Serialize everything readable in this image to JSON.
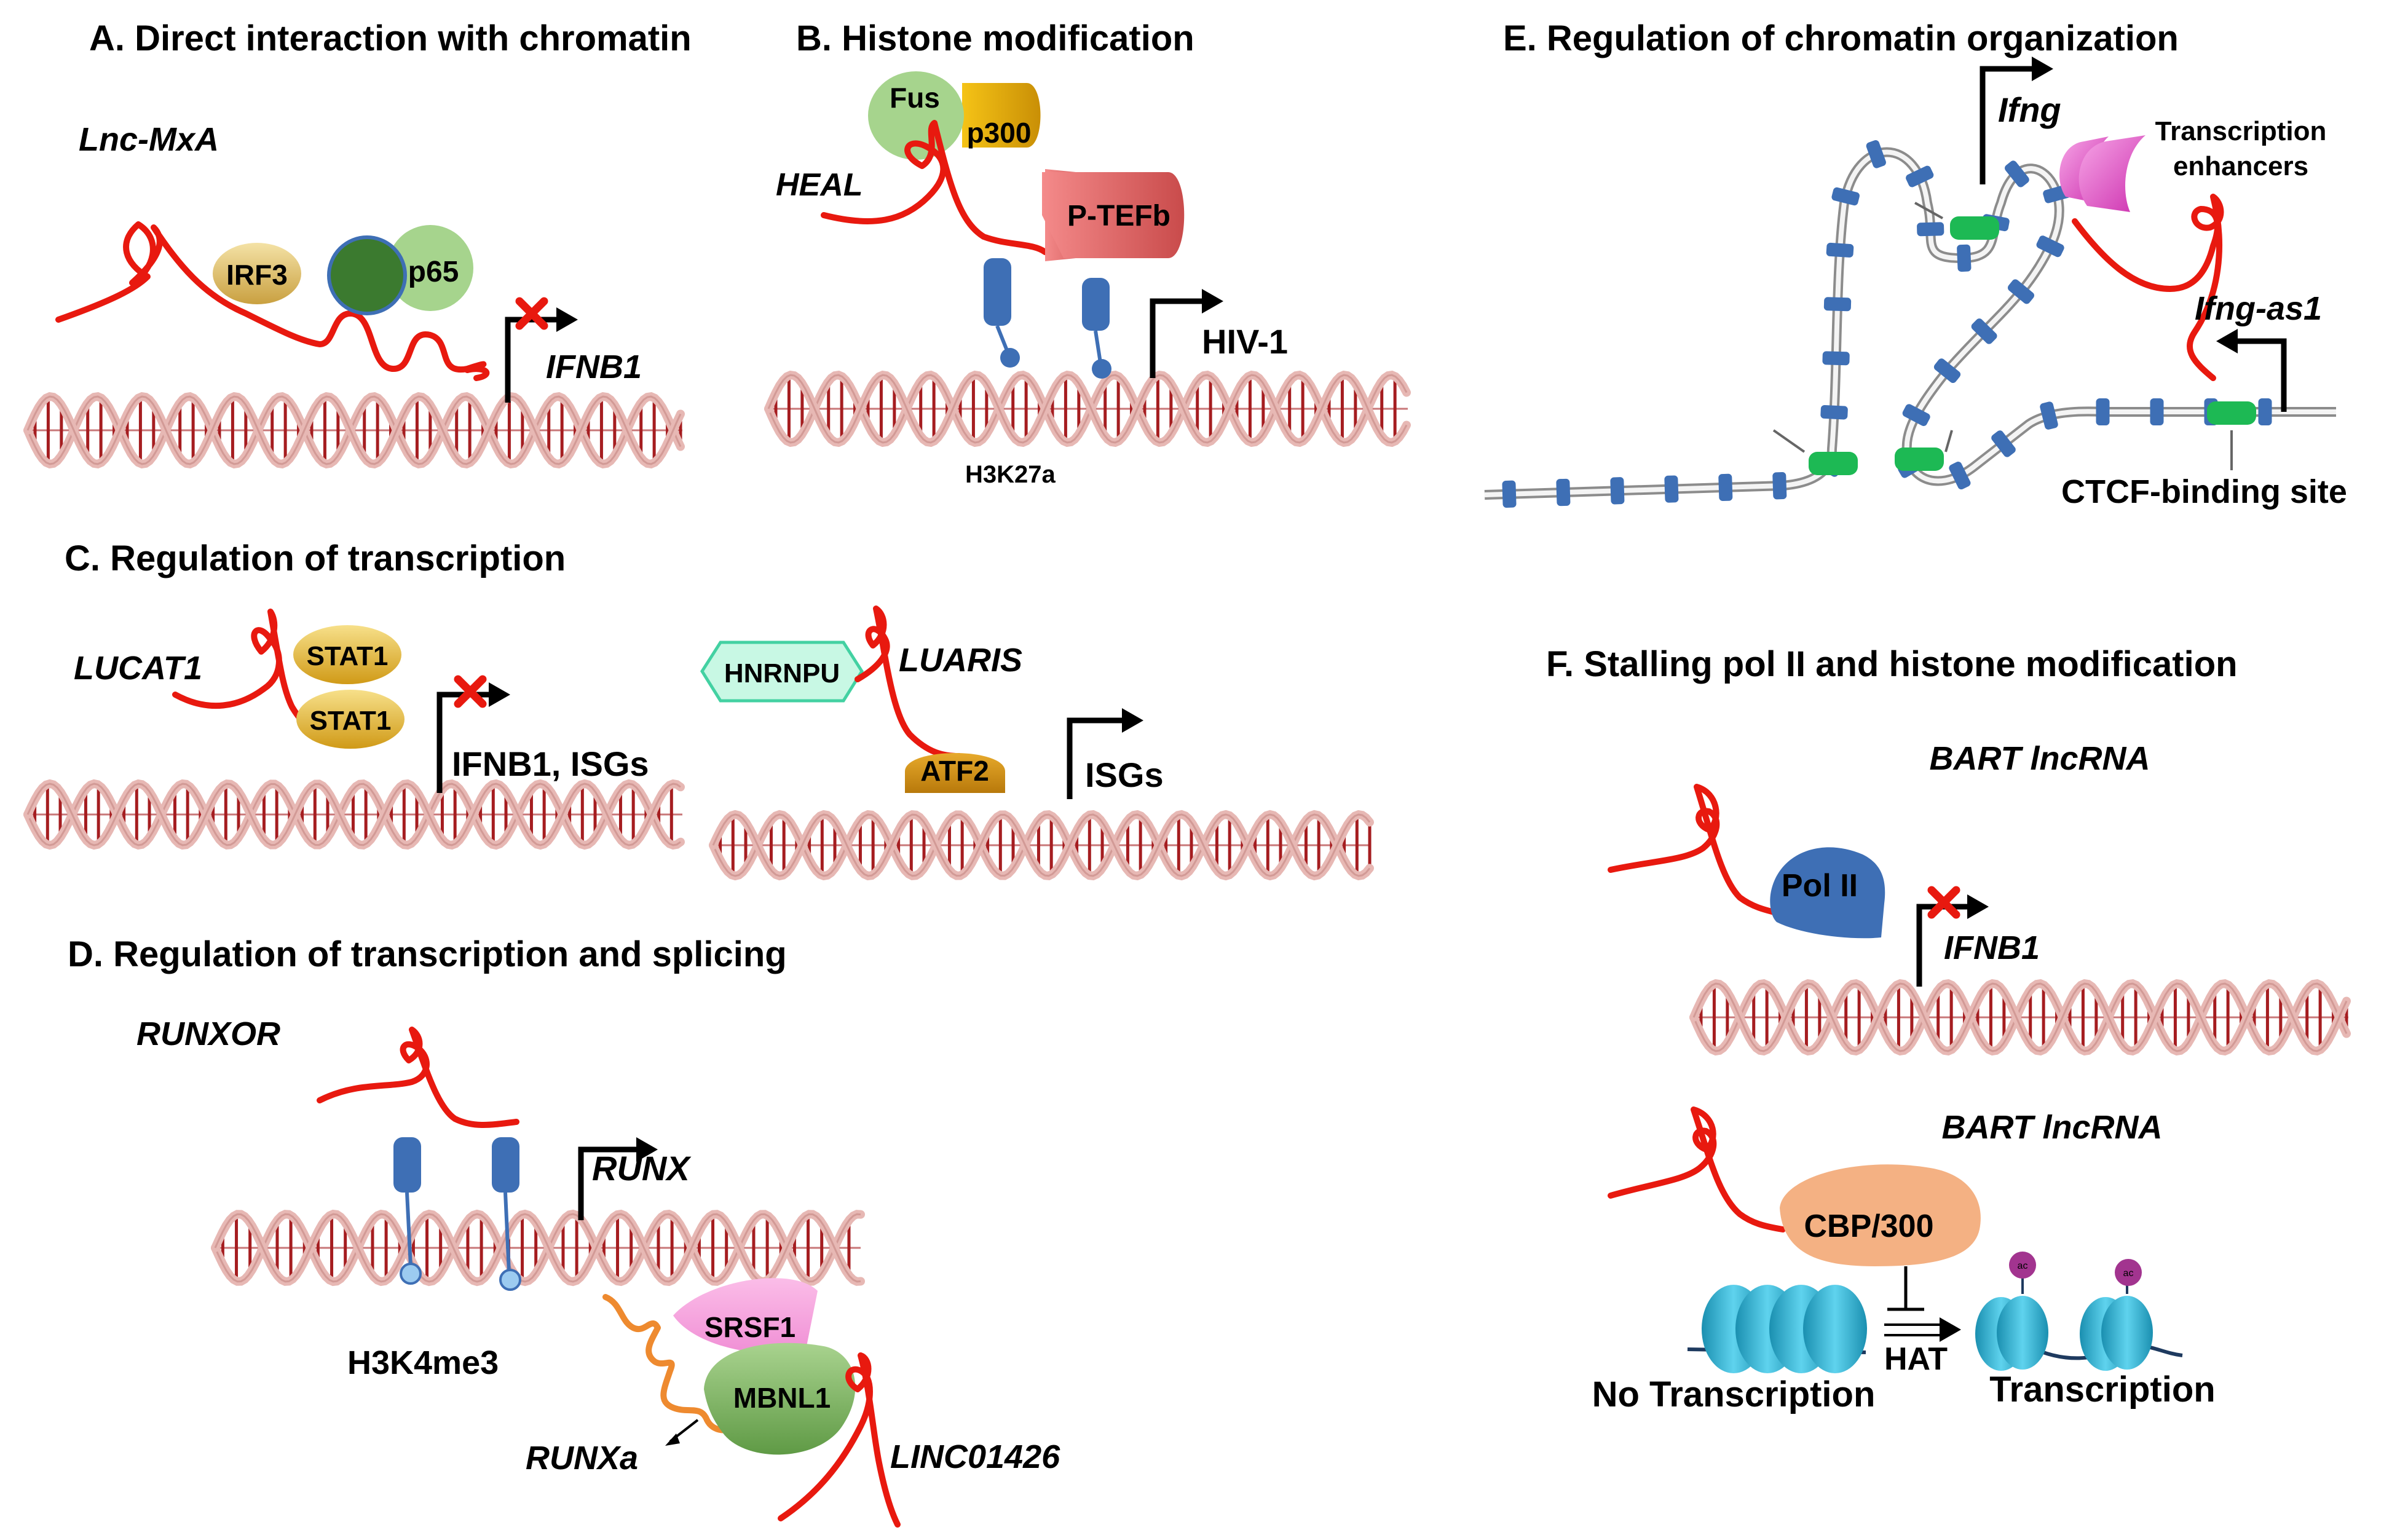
{
  "panels": {
    "a": {
      "title": "A. Direct interaction with chromatin",
      "lnc": "Lnc-MxA",
      "irf3": "IRF3",
      "p65": "p65",
      "gene": "IFNB1"
    },
    "b": {
      "title": "B. Histone modification",
      "fus": "Fus",
      "p300": "p300",
      "lnc": "HEAL",
      "ptefb": "P-TEFb",
      "gene": "HIV-1",
      "mark": "H3K27a"
    },
    "c": {
      "title": "C. Regulation of transcription",
      "lnc1": "LUCAT1",
      "stat1a": "STAT1",
      "stat1b": "STAT1",
      "gene1": "IFNB1, ISGs",
      "hnrnpu": "HNRNPU",
      "lnc2": "LUARIS",
      "atf2": "ATF2",
      "gene2": "ISGs"
    },
    "d": {
      "title": "D. Regulation of transcription and splicing",
      "lnc1": "RUNXOR",
      "gene": "RUNX",
      "mark": "H3K4me3",
      "srsf1": "SRSF1",
      "mbnl1": "MBNL1",
      "isoform": "RUNXa",
      "lnc2": "LINC01426"
    },
    "e": {
      "title": "E. Regulation of chromatin organization",
      "gene": "Ifng",
      "enh1": "Transcription",
      "enh2": "enhancers",
      "lnc": "Ifng-as1",
      "ctcf": "CTCF-binding site"
    },
    "f": {
      "title": "F. Stalling pol II and histone modification",
      "lnc1": "BART lncRNA",
      "pol2": "Pol II",
      "gene": "IFNB1",
      "lnc2": "BART lncRNA",
      "cbp": "CBP/300",
      "hat": "HAT",
      "no_tx": "No Transcription",
      "tx": "Transcription",
      "ac": "ac"
    }
  },
  "colors": {
    "rna": "#e8190f",
    "dna": "#e7b8b4",
    "dna_rung": "#a51d20",
    "nucleosome_blue": "#3e6fb5",
    "ctcf_green": "#1db954"
  }
}
